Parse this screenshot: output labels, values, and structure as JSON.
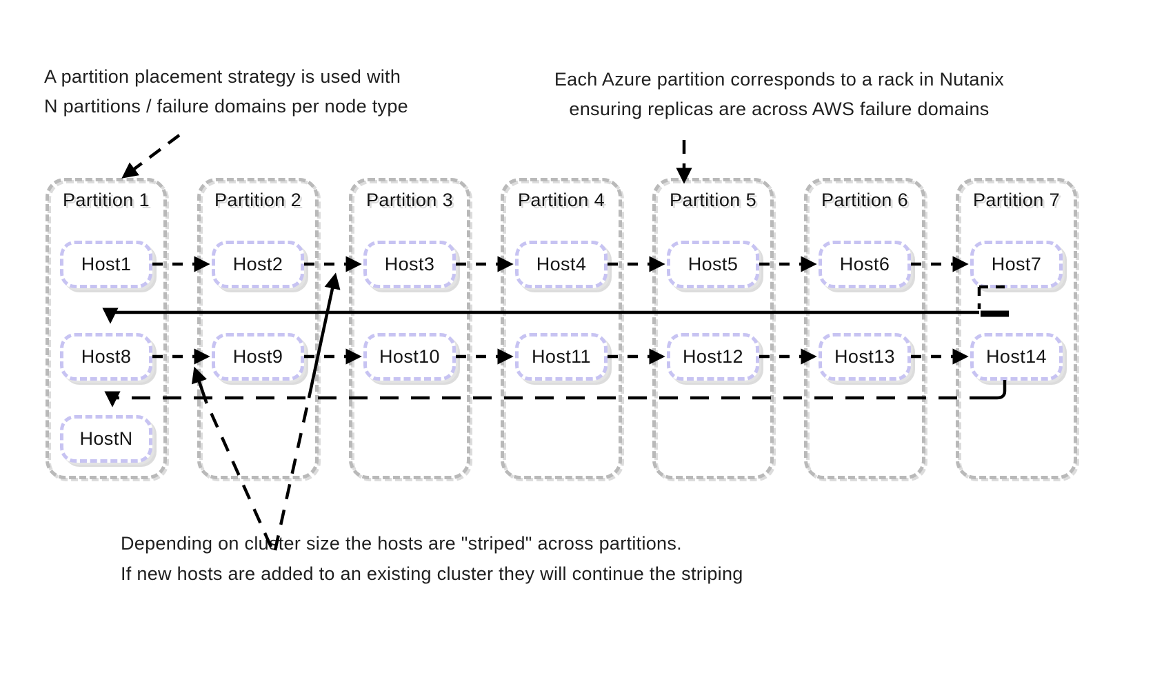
{
  "annotations": {
    "top_left": {
      "line1": "A partition placement strategy is used with",
      "line2": "N partitions / failure domains per node type"
    },
    "top_right": {
      "line1": "Each Azure partition corresponds to a rack in Nutanix",
      "line2": "ensuring replicas are across AWS failure domains"
    },
    "bottom": {
      "line1": "Depending on cluster size the hosts are \"striped\" across partitions.",
      "line2": "If new hosts are added to an existing cluster they will continue the striping"
    }
  },
  "colors": {
    "partition_border": "#b9b9b9",
    "host_border": "#c7c3f2",
    "arrow": "#000000",
    "text": "#1a1a1a",
    "background": "#ffffff"
  },
  "partitions": [
    {
      "label": "Partition 1",
      "hosts": [
        {
          "label": "Host1"
        },
        {
          "label": "Host8"
        },
        {
          "label": "HostN"
        }
      ]
    },
    {
      "label": "Partition 2",
      "hosts": [
        {
          "label": "Host2"
        },
        {
          "label": "Host9"
        }
      ]
    },
    {
      "label": "Partition 3",
      "hosts": [
        {
          "label": "Host3"
        },
        {
          "label": "Host10"
        }
      ]
    },
    {
      "label": "Partition 4",
      "hosts": [
        {
          "label": "Host4"
        },
        {
          "label": "Host11"
        }
      ]
    },
    {
      "label": "Partition 5",
      "hosts": [
        {
          "label": "Host5"
        },
        {
          "label": "Host12"
        }
      ]
    },
    {
      "label": "Partition 6",
      "hosts": [
        {
          "label": "Host6"
        },
        {
          "label": "Host13"
        }
      ]
    },
    {
      "label": "Partition 7",
      "hosts": [
        {
          "label": "Host7"
        },
        {
          "label": "Host14"
        }
      ]
    }
  ]
}
